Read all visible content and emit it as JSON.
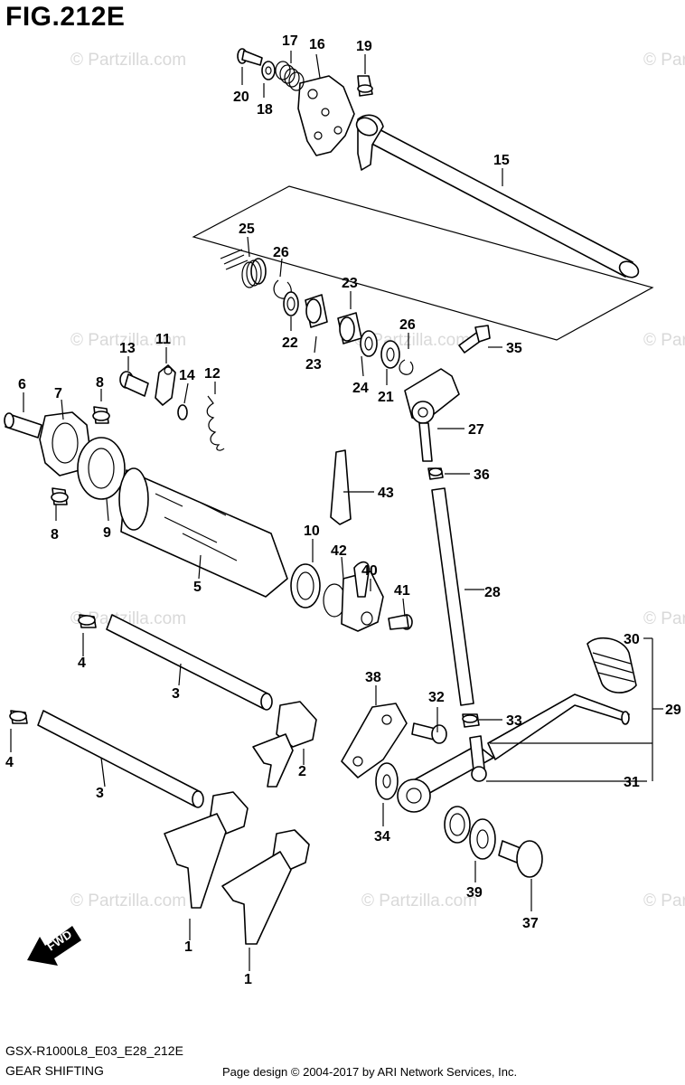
{
  "figure": {
    "title": "FIG.212E",
    "code": "GSX-R1000L8_E03_E28_212E",
    "name": "GEAR SHIFTING",
    "credit": "Page design © 2004-2017 by ARI Network Services, Inc.",
    "watermark": "© Partzilla.com",
    "fwd_label": "FWD"
  },
  "callouts": [
    {
      "id": "c1a",
      "label": "1"
    },
    {
      "id": "c1b",
      "label": "1"
    },
    {
      "id": "c2",
      "label": "2"
    },
    {
      "id": "c3a",
      "label": "3"
    },
    {
      "id": "c3b",
      "label": "3"
    },
    {
      "id": "c4a",
      "label": "4"
    },
    {
      "id": "c4b",
      "label": "4"
    },
    {
      "id": "c5",
      "label": "5"
    },
    {
      "id": "c6",
      "label": "6"
    },
    {
      "id": "c7",
      "label": "7"
    },
    {
      "id": "c8a",
      "label": "8"
    },
    {
      "id": "c8b",
      "label": "8"
    },
    {
      "id": "c9",
      "label": "9"
    },
    {
      "id": "c10",
      "label": "10"
    },
    {
      "id": "c11",
      "label": "11"
    },
    {
      "id": "c12",
      "label": "12"
    },
    {
      "id": "c13",
      "label": "13"
    },
    {
      "id": "c14",
      "label": "14"
    },
    {
      "id": "c15",
      "label": "15"
    },
    {
      "id": "c16",
      "label": "16"
    },
    {
      "id": "c17",
      "label": "17"
    },
    {
      "id": "c18",
      "label": "18"
    },
    {
      "id": "c19",
      "label": "19"
    },
    {
      "id": "c20",
      "label": "20"
    },
    {
      "id": "c21",
      "label": "21"
    },
    {
      "id": "c22",
      "label": "22"
    },
    {
      "id": "c23a",
      "label": "23"
    },
    {
      "id": "c23b",
      "label": "23"
    },
    {
      "id": "c24",
      "label": "24"
    },
    {
      "id": "c25",
      "label": "25"
    },
    {
      "id": "c26a",
      "label": "26"
    },
    {
      "id": "c26b",
      "label": "26"
    },
    {
      "id": "c27",
      "label": "27"
    },
    {
      "id": "c28",
      "label": "28"
    },
    {
      "id": "c29",
      "label": "29"
    },
    {
      "id": "c30",
      "label": "30"
    },
    {
      "id": "c31",
      "label": "31"
    },
    {
      "id": "c32",
      "label": "32"
    },
    {
      "id": "c33",
      "label": "33"
    },
    {
      "id": "c34",
      "label": "34"
    },
    {
      "id": "c35",
      "label": "35"
    },
    {
      "id": "c36",
      "label": "36"
    },
    {
      "id": "c37",
      "label": "37"
    },
    {
      "id": "c38",
      "label": "38"
    },
    {
      "id": "c39",
      "label": "39"
    },
    {
      "id": "c40",
      "label": "40"
    },
    {
      "id": "c41",
      "label": "41"
    },
    {
      "id": "c42",
      "label": "42"
    },
    {
      "id": "c43",
      "label": "43"
    }
  ]
}
